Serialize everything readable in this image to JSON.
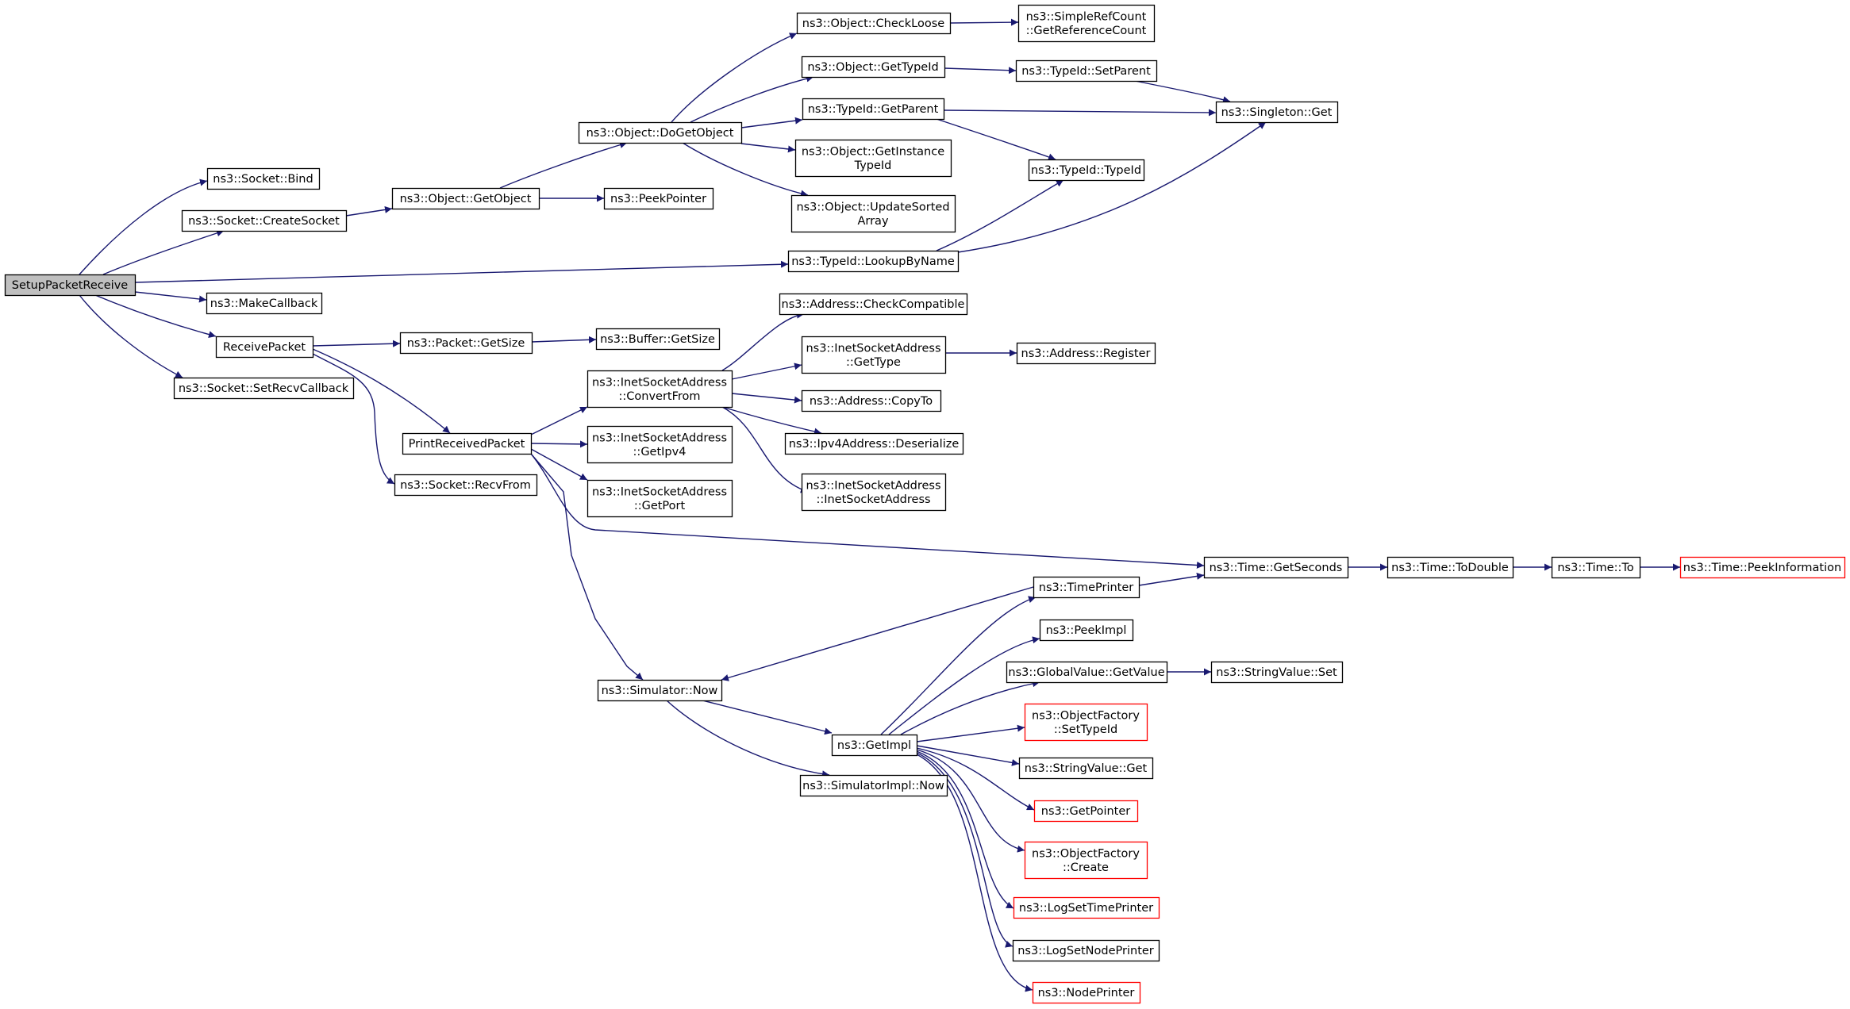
{
  "colors": {
    "edge": "#191970",
    "node_border": "#000000",
    "node_border_truncated": "#ff0000",
    "root_fill": "#bfbfbf",
    "node_fill": "#ffffff"
  },
  "nodes": [
    {
      "id": "root",
      "lines": [
        "SetupPacketReceive"
      ],
      "root": true
    },
    {
      "id": "bind",
      "lines": [
        "ns3::Socket::Bind"
      ]
    },
    {
      "id": "createsocket",
      "lines": [
        "ns3::Socket::CreateSocket"
      ]
    },
    {
      "id": "makecallback",
      "lines": [
        "ns3::MakeCallback"
      ]
    },
    {
      "id": "receivepacket",
      "lines": [
        "ReceivePacket"
      ]
    },
    {
      "id": "setrecvcallback",
      "lines": [
        "ns3::Socket::SetRecvCallback"
      ]
    },
    {
      "id": "getobject",
      "lines": [
        "ns3::Object::GetObject"
      ]
    },
    {
      "id": "peekpointer",
      "lines": [
        "ns3::PeekPointer"
      ]
    },
    {
      "id": "dogetobject",
      "lines": [
        "ns3::Object::DoGetObject"
      ]
    },
    {
      "id": "checkloose",
      "lines": [
        "ns3::Object::CheckLoose"
      ]
    },
    {
      "id": "obj_gettypeid",
      "lines": [
        "ns3::Object::GetTypeId"
      ]
    },
    {
      "id": "getparent",
      "lines": [
        "ns3::TypeId::GetParent"
      ]
    },
    {
      "id": "getinstancetypeid",
      "lines": [
        "ns3::Object::GetInstance",
        "TypeId"
      ]
    },
    {
      "id": "updatesortedarray",
      "lines": [
        "ns3::Object::UpdateSorted",
        "Array"
      ]
    },
    {
      "id": "getreferencecount",
      "lines": [
        "ns3::SimpleRefCount",
        "::GetReferenceCount"
      ]
    },
    {
      "id": "setparent",
      "lines": [
        "ns3::TypeId::SetParent"
      ]
    },
    {
      "id": "singleton",
      "lines": [
        "ns3::Singleton::Get"
      ]
    },
    {
      "id": "typeid",
      "lines": [
        "ns3::TypeId::TypeId"
      ]
    },
    {
      "id": "lookupbyname",
      "lines": [
        "ns3::TypeId::LookupByName"
      ]
    },
    {
      "id": "packetgetsize",
      "lines": [
        "ns3::Packet::GetSize"
      ]
    },
    {
      "id": "buffergetsize",
      "lines": [
        "ns3::Buffer::GetSize"
      ]
    },
    {
      "id": "printreceived",
      "lines": [
        "PrintReceivedPacket"
      ]
    },
    {
      "id": "recvfrom",
      "lines": [
        "ns3::Socket::RecvFrom"
      ]
    },
    {
      "id": "convertfrom",
      "lines": [
        "ns3::InetSocketAddress",
        "::ConvertFrom"
      ]
    },
    {
      "id": "getipv4",
      "lines": [
        "ns3::InetSocketAddress",
        "::GetIpv4"
      ]
    },
    {
      "id": "getport",
      "lines": [
        "ns3::InetSocketAddress",
        "::GetPort"
      ]
    },
    {
      "id": "checkcompatible",
      "lines": [
        "ns3::Address::CheckCompatible"
      ]
    },
    {
      "id": "isa_gettype",
      "lines": [
        "ns3::InetSocketAddress",
        "::GetType"
      ]
    },
    {
      "id": "addressregister",
      "lines": [
        "ns3::Address::Register"
      ]
    },
    {
      "id": "copyto",
      "lines": [
        "ns3::Address::CopyTo"
      ]
    },
    {
      "id": "deserialize",
      "lines": [
        "ns3::Ipv4Address::Deserialize"
      ]
    },
    {
      "id": "isa_ctor",
      "lines": [
        "ns3::InetSocketAddress",
        "::InetSocketAddress"
      ]
    },
    {
      "id": "getseconds",
      "lines": [
        "ns3::Time::GetSeconds"
      ]
    },
    {
      "id": "todouble",
      "lines": [
        "ns3::Time::ToDouble"
      ]
    },
    {
      "id": "timeto",
      "lines": [
        "ns3::Time::To"
      ]
    },
    {
      "id": "peekinformation",
      "lines": [
        "ns3::Time::PeekInformation"
      ],
      "truncated": true
    },
    {
      "id": "timeprinter",
      "lines": [
        "ns3::TimePrinter"
      ]
    },
    {
      "id": "peekimpl",
      "lines": [
        "ns3::PeekImpl"
      ]
    },
    {
      "id": "globalvalue",
      "lines": [
        "ns3::GlobalValue::GetValue"
      ]
    },
    {
      "id": "stringvalueset",
      "lines": [
        "ns3::StringValue::Set"
      ]
    },
    {
      "id": "simnow",
      "lines": [
        "ns3::Simulator::Now"
      ]
    },
    {
      "id": "getimpl",
      "lines": [
        "ns3::GetImpl"
      ]
    },
    {
      "id": "settypeid",
      "lines": [
        "ns3::ObjectFactory",
        "::SetTypeId"
      ],
      "truncated": true
    },
    {
      "id": "stringvalueget",
      "lines": [
        "ns3::StringValue::Get"
      ]
    },
    {
      "id": "getpointer",
      "lines": [
        "ns3::GetPointer"
      ],
      "truncated": true
    },
    {
      "id": "factorycreate",
      "lines": [
        "ns3::ObjectFactory",
        "::Create"
      ],
      "truncated": true
    },
    {
      "id": "logsettimeprinter",
      "lines": [
        "ns3::LogSetTimePrinter"
      ],
      "truncated": true
    },
    {
      "id": "logsetnodeprinter",
      "lines": [
        "ns3::LogSetNodePrinter"
      ]
    },
    {
      "id": "nodeprinter",
      "lines": [
        "ns3::NodePrinter"
      ],
      "truncated": true
    },
    {
      "id": "simimplnow",
      "lines": [
        "ns3::SimulatorImpl::Now"
      ]
    }
  ],
  "edges": [
    [
      "root",
      "bind"
    ],
    [
      "root",
      "createsocket"
    ],
    [
      "root",
      "lookupbyname"
    ],
    [
      "root",
      "makecallback"
    ],
    [
      "root",
      "receivepacket"
    ],
    [
      "root",
      "setrecvcallback"
    ],
    [
      "createsocket",
      "getobject"
    ],
    [
      "getobject",
      "dogetobject"
    ],
    [
      "getobject",
      "peekpointer"
    ],
    [
      "dogetobject",
      "checkloose"
    ],
    [
      "dogetobject",
      "obj_gettypeid"
    ],
    [
      "dogetobject",
      "getparent"
    ],
    [
      "dogetobject",
      "getinstancetypeid"
    ],
    [
      "dogetobject",
      "updatesortedarray"
    ],
    [
      "checkloose",
      "getreferencecount"
    ],
    [
      "obj_gettypeid",
      "setparent"
    ],
    [
      "setparent",
      "singleton"
    ],
    [
      "getparent",
      "singleton"
    ],
    [
      "getparent",
      "typeid"
    ],
    [
      "lookupbyname",
      "typeid"
    ],
    [
      "lookupbyname",
      "singleton"
    ],
    [
      "receivepacket",
      "packetgetsize"
    ],
    [
      "packetgetsize",
      "buffergetsize"
    ],
    [
      "receivepacket",
      "printreceived"
    ],
    [
      "receivepacket",
      "recvfrom"
    ],
    [
      "printreceived",
      "convertfrom"
    ],
    [
      "printreceived",
      "getipv4"
    ],
    [
      "printreceived",
      "getport"
    ],
    [
      "printreceived",
      "getseconds"
    ],
    [
      "printreceived",
      "simnow"
    ],
    [
      "convertfrom",
      "checkcompatible"
    ],
    [
      "convertfrom",
      "isa_gettype"
    ],
    [
      "convertfrom",
      "copyto"
    ],
    [
      "convertfrom",
      "deserialize"
    ],
    [
      "convertfrom",
      "isa_ctor"
    ],
    [
      "isa_gettype",
      "addressregister"
    ],
    [
      "getseconds",
      "todouble"
    ],
    [
      "todouble",
      "timeto"
    ],
    [
      "timeto",
      "peekinformation"
    ],
    [
      "timeprinter",
      "getseconds"
    ],
    [
      "timeprinter",
      "simnow"
    ],
    [
      "simnow",
      "getimpl"
    ],
    [
      "simnow",
      "simimplnow"
    ],
    [
      "getimpl",
      "timeprinter"
    ],
    [
      "getimpl",
      "peekimpl"
    ],
    [
      "getimpl",
      "globalvalue"
    ],
    [
      "getimpl",
      "settypeid"
    ],
    [
      "getimpl",
      "stringvalueget"
    ],
    [
      "getimpl",
      "getpointer"
    ],
    [
      "getimpl",
      "factorycreate"
    ],
    [
      "getimpl",
      "logsettimeprinter"
    ],
    [
      "getimpl",
      "logsetnodeprinter"
    ],
    [
      "getimpl",
      "nodeprinter"
    ],
    [
      "globalvalue",
      "stringvalueset"
    ]
  ]
}
